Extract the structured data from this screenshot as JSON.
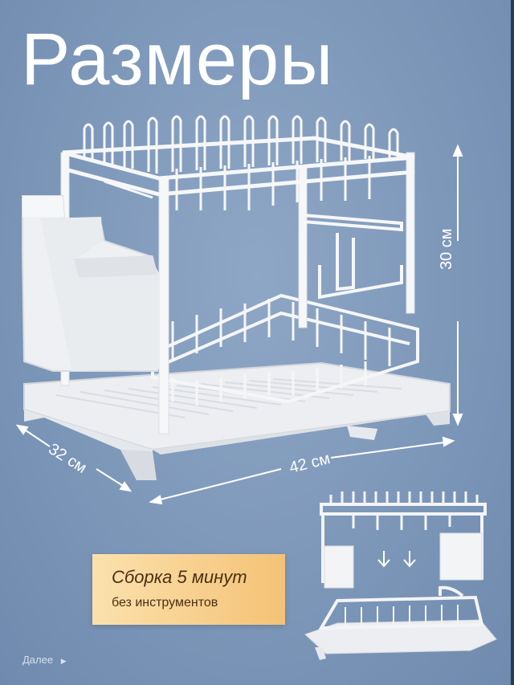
{
  "header": {
    "title": "Размеры"
  },
  "dimensions": {
    "height": "30 см",
    "depth": "32 см",
    "width": "42 см"
  },
  "badge": {
    "main": "Сборка 5 минут",
    "sub": "без инструментов"
  },
  "footer": {
    "next_label": "Далее"
  },
  "icons": {
    "next_arrow": "triangle-right-icon",
    "down_arrows": "arrow-down-icon"
  },
  "colors": {
    "background": "#7d97b9",
    "badge_start": "#fbe1ad",
    "badge_end": "#f4c276",
    "rack": "#f3f4f6"
  }
}
